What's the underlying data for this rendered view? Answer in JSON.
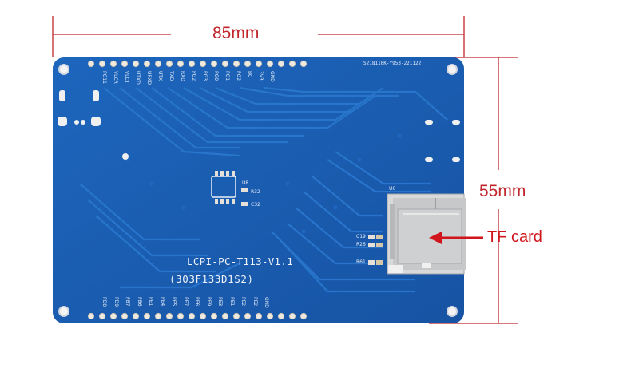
{
  "dimensions": {
    "width_label": "85mm",
    "height_label": "55mm"
  },
  "callout": {
    "label": "TF card"
  },
  "board": {
    "silkscreen_title": "LCPI-PC-T113-V1.1",
    "silkscreen_code": "(303F133D1S2)",
    "batch_code": "S218110K-Y953-221122",
    "refs": {
      "chip": "U8",
      "card_slot": "U6",
      "r32": "R32",
      "c32": "C32",
      "c19": "C19",
      "r26": "R26",
      "r61": "R61"
    },
    "top_pins": [
      "PG11",
      "VLCR",
      "VLCT",
      "UTXD",
      "URXD",
      "UTX",
      "TXD",
      "RXD",
      "PG2",
      "PG3",
      "PG0",
      "PG1",
      "PG2",
      "BC",
      "3V3",
      "GND"
    ],
    "bottom_pins": [
      "PD8",
      "PD9",
      "PB7",
      "PB6",
      "PE1",
      "PE4",
      "PE5",
      "PE7",
      "PE6",
      "PE9",
      "PE3",
      "PE1",
      "PE2",
      "PE2",
      "GND"
    ],
    "colors": {
      "pcb": "#1a5fb4",
      "pcb_trace": "#2f7fd4",
      "silk": "#e8eef8",
      "pad": "#e5e1d8",
      "dim_line": "#c0262b"
    }
  }
}
